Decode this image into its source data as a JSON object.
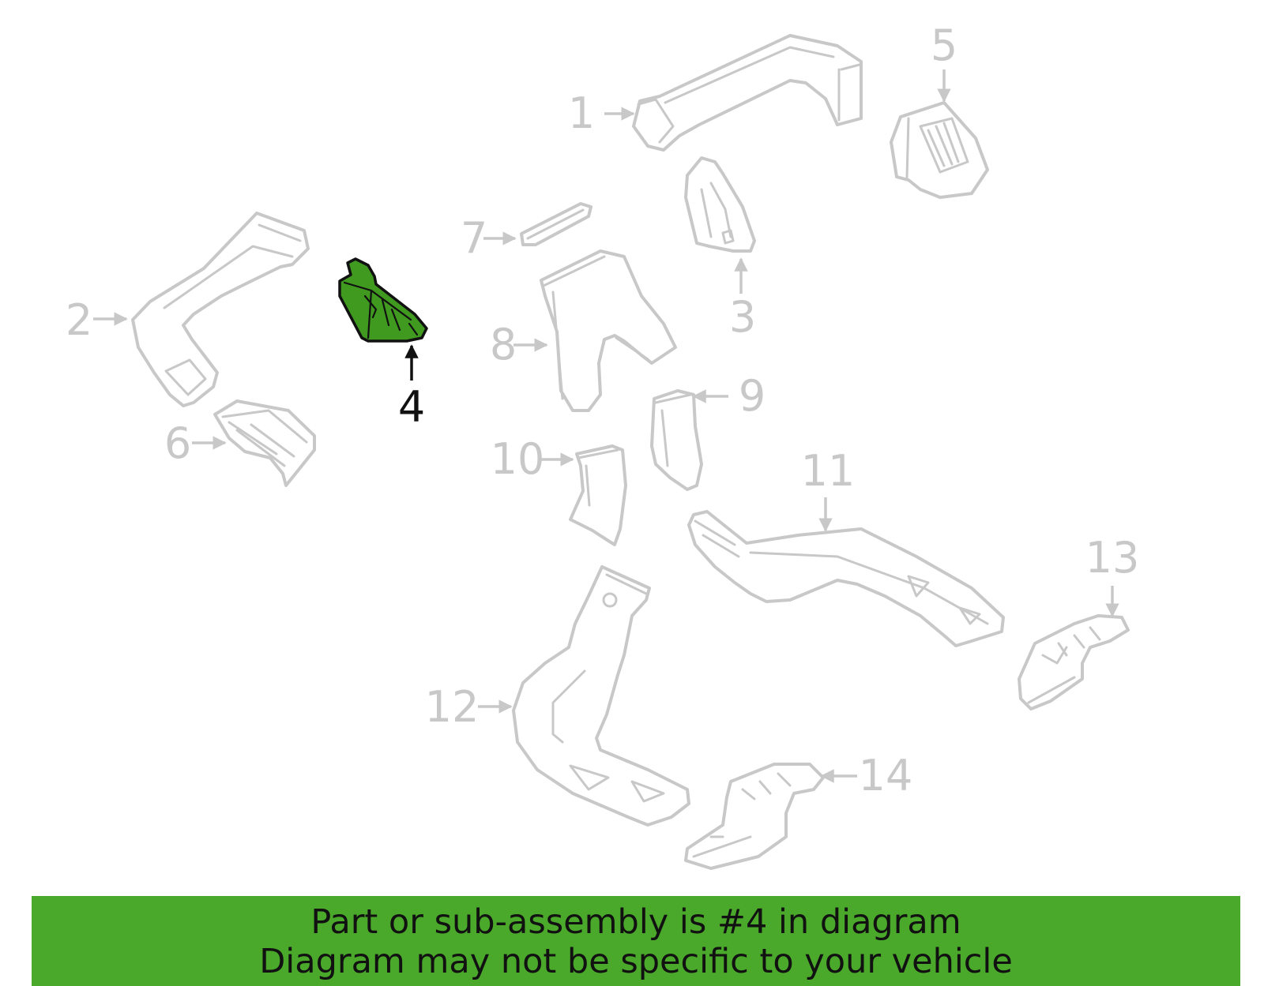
{
  "diagram": {
    "highlighted_part": "4",
    "colors": {
      "faded_part": "#c8c8c8",
      "highlight_fill": "#3f9a1f",
      "highlight_outline": "#111111",
      "banner_background": "#4aa82a"
    },
    "callouts": [
      {
        "id": "1",
        "label": "1"
      },
      {
        "id": "2",
        "label": "2"
      },
      {
        "id": "3",
        "label": "3"
      },
      {
        "id": "4",
        "label": "4"
      },
      {
        "id": "5",
        "label": "5"
      },
      {
        "id": "6",
        "label": "6"
      },
      {
        "id": "7",
        "label": "7"
      },
      {
        "id": "8",
        "label": "8"
      },
      {
        "id": "9",
        "label": "9"
      },
      {
        "id": "10",
        "label": "10"
      },
      {
        "id": "11",
        "label": "11"
      },
      {
        "id": "12",
        "label": "12"
      },
      {
        "id": "13",
        "label": "13"
      },
      {
        "id": "14",
        "label": "14"
      }
    ]
  },
  "banner": {
    "line1": "Part or sub-assembly is #4 in diagram",
    "line2": "Diagram may not be specific to your vehicle"
  }
}
